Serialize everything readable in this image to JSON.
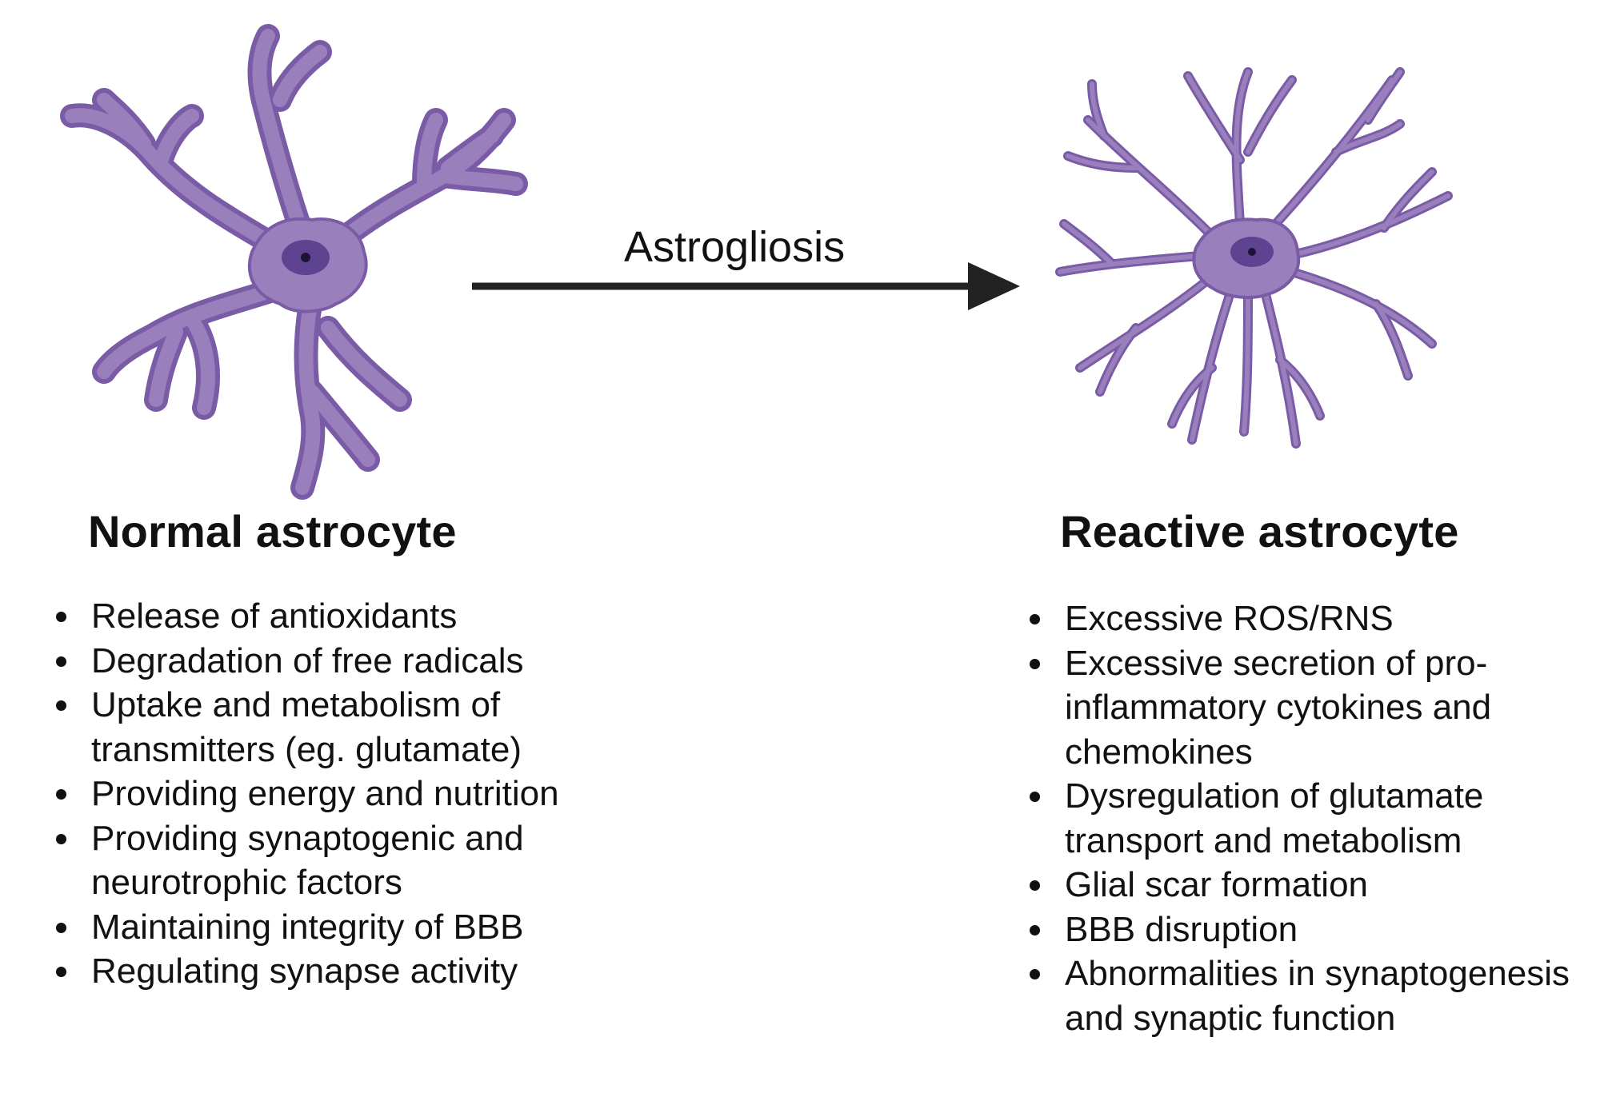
{
  "colors": {
    "cell_fill": "#9a7fbd",
    "cell_stroke": "#7a5ca6",
    "nucleus": "#5e4391",
    "nucleolus": "#1e1438",
    "arrow": "#222222"
  },
  "arrow": {
    "label": "Astrogliosis"
  },
  "normal": {
    "title": "Normal astrocyte",
    "items": [
      "Release of antioxidants",
      "Degradation of free radicals",
      "Uptake and metabolism of transmitters (eg. glutamate)",
      "Providing energy and nutrition",
      "Providing synaptogenic and neurotrophic factors",
      "Maintaining integrity of BBB",
      "Regulating synapse activity"
    ]
  },
  "reactive": {
    "title": "Reactive astrocyte",
    "items": [
      "Excessive ROS/RNS",
      "Excessive secretion of pro-inflammatory cytokines and chemokines",
      "Dysregulation of glutamate transport and metabolism",
      "Glial scar formation",
      "BBB disruption",
      "Abnormalities in synaptogenesis and synaptic function"
    ]
  }
}
